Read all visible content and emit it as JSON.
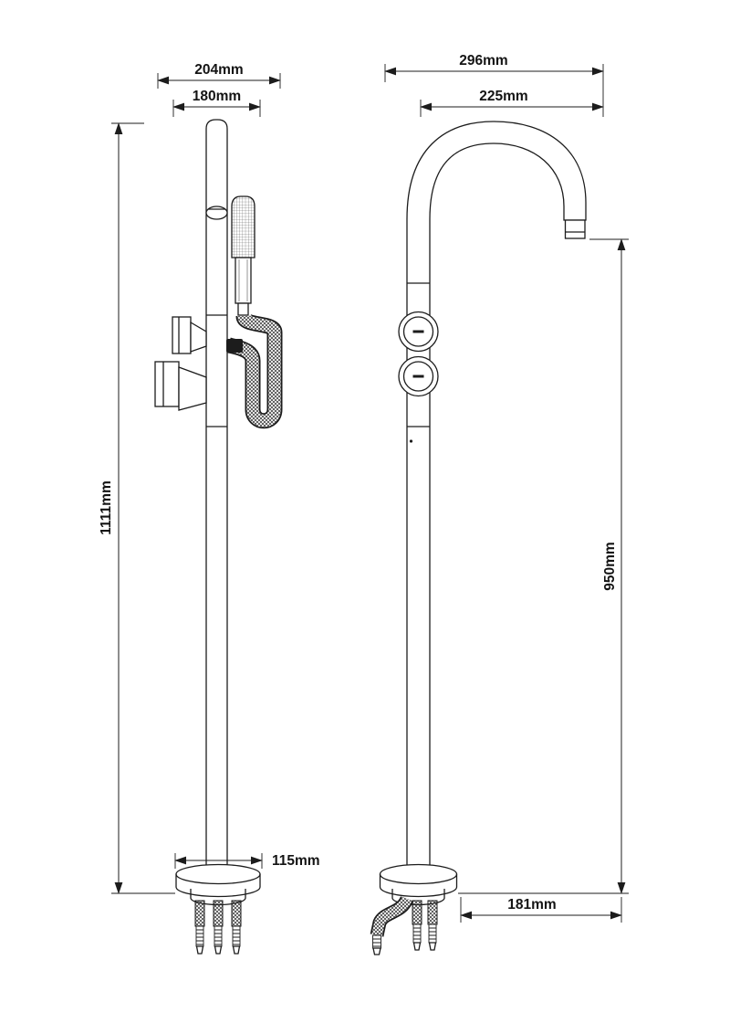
{
  "drawing": {
    "background": "#ffffff",
    "line_color": "#1c1c1c"
  },
  "dimensions": {
    "side_width_outer": "204mm",
    "side_width_inner": "180mm",
    "overall_height": "1111mm",
    "base_diameter": "115mm",
    "spout_reach_outer": "296mm",
    "spout_reach_inner": "225mm",
    "spout_height": "950mm",
    "base_to_spout": "181mm"
  }
}
